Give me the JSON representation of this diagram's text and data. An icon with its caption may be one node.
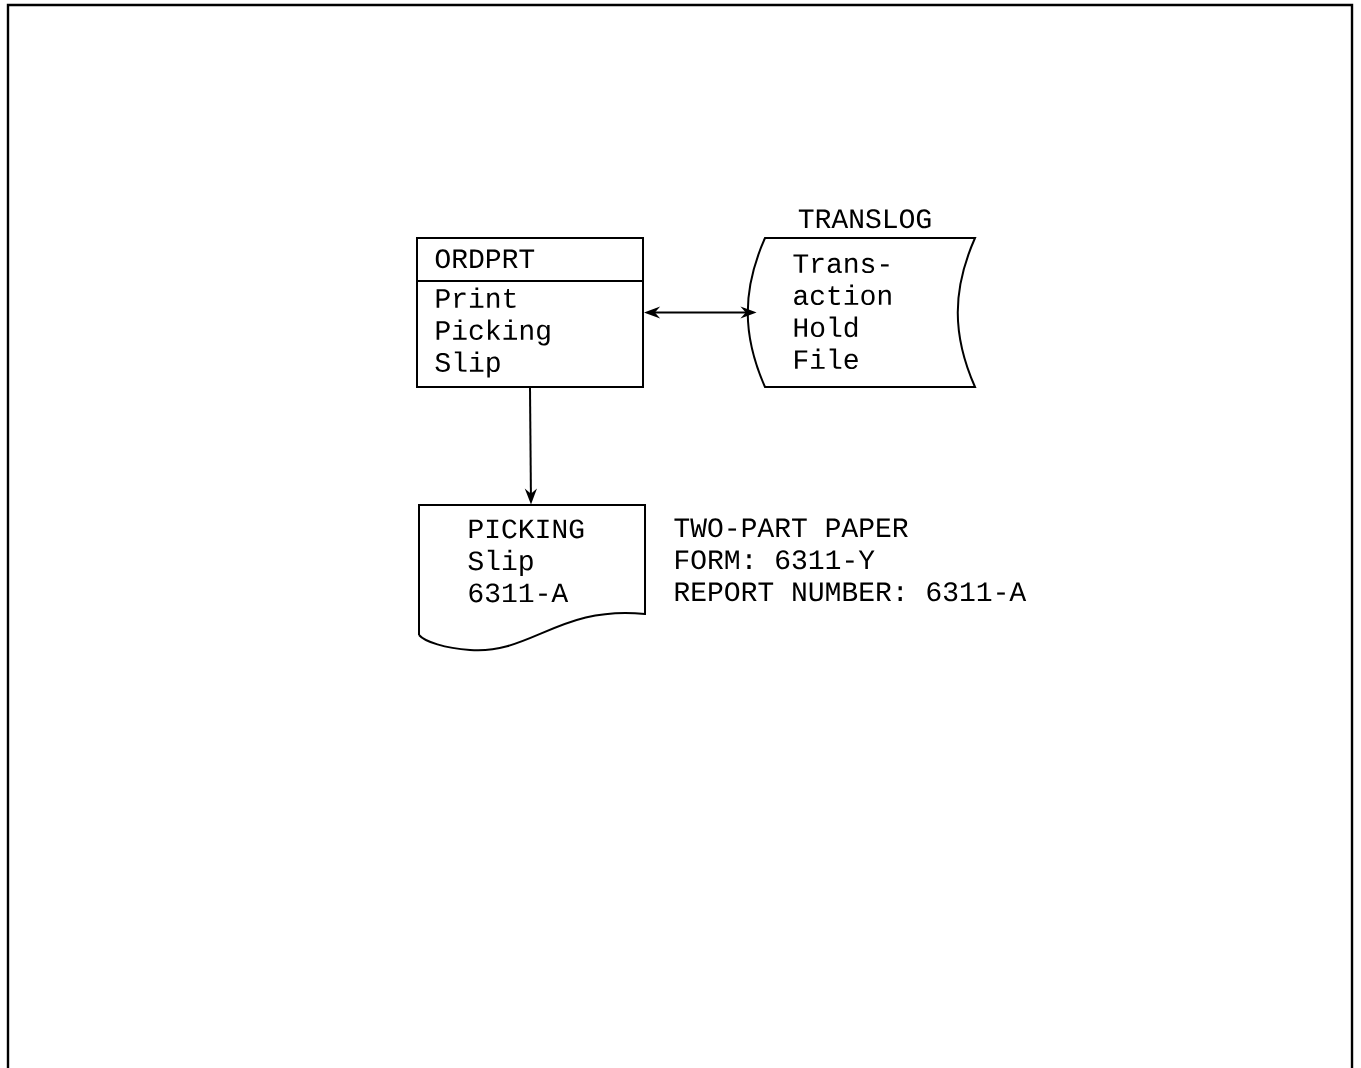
{
  "diagram": {
    "nodes": [
      {
        "text": [
          "ORDPRT",
          "Print Picking Slip"
        ]
      },
      {
        "text": [
          "TRANSLOG",
          "Trans- action Hold File"
        ]
      },
      {
        "text": [
          "PICKING Slip 6311-A"
        ],
        "beside": [
          "TWO-PART PAPER",
          "FORM:  6311-Y",
          "REPORT NUMBER:  6311-A"
        ]
      }
    ],
    "edges": [
      {
        "from": 0,
        "to": 1,
        "arrow": "both"
      },
      {
        "from": 0,
        "to": 2,
        "arrow": "to"
      }
    ]
  }
}
